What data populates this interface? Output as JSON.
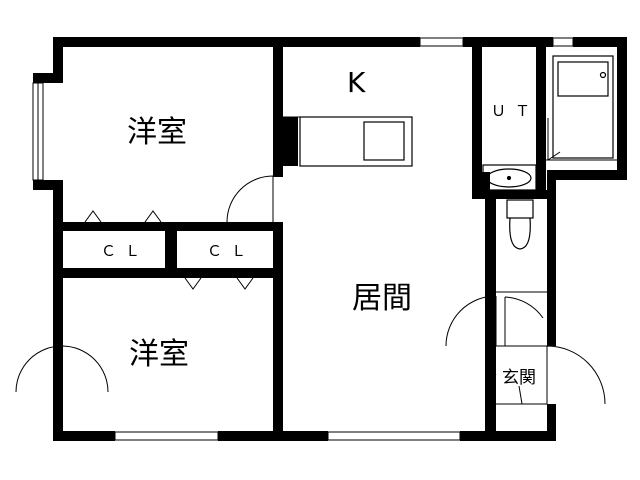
{
  "rooms": {
    "western_room_top": "洋室",
    "western_room_bottom": "洋室",
    "closet_left": "ＣＬ",
    "closet_right": "ＣＬ",
    "kitchen": "K",
    "utility": "ＵＴ",
    "living_room": "居間",
    "entrance": "玄関"
  },
  "colors": {
    "wall": "#000000",
    "background": "#ffffff"
  }
}
